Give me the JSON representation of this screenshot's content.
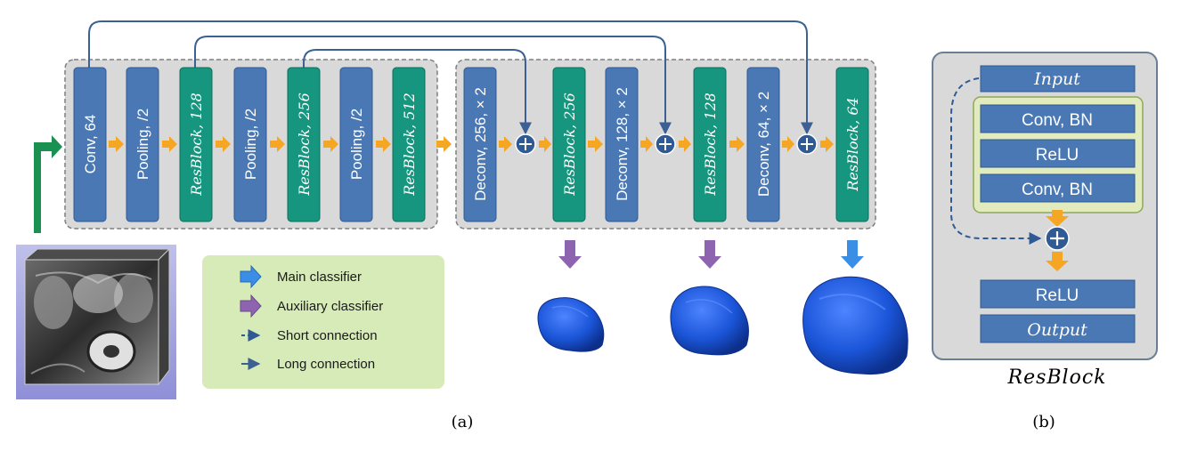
{
  "encoder": {
    "blocks": [
      {
        "label": "Conv, 64",
        "kind": "conv"
      },
      {
        "label": "Pooling, /2",
        "kind": "conv"
      },
      {
        "label": "ResBlock, 128",
        "kind": "res"
      },
      {
        "label": "Pooling, /2",
        "kind": "conv"
      },
      {
        "label": "ResBlock, 256",
        "kind": "res"
      },
      {
        "label": "Pooling, /2",
        "kind": "conv"
      },
      {
        "label": "ResBlock, 512",
        "kind": "res"
      }
    ]
  },
  "decoder": {
    "blocks": [
      {
        "label": "Deconv, 256, × 2",
        "kind": "conv"
      },
      {
        "label": "ResBlock, 256",
        "kind": "res"
      },
      {
        "label": "Deconv, 128, × 2",
        "kind": "conv"
      },
      {
        "label": "ResBlock, 128",
        "kind": "res"
      },
      {
        "label": "Deconv, 64, × 2",
        "kind": "conv"
      },
      {
        "label": "ResBlock, 64",
        "kind": "res"
      }
    ]
  },
  "legend": {
    "items": [
      {
        "label": "Main classifier",
        "icon": "blue-arrow-icon"
      },
      {
        "label": "Auxiliary classifier",
        "icon": "purple-arrow-icon"
      },
      {
        "label": "Short connection",
        "icon": "dashed-arrow-icon"
      },
      {
        "label": "Long connection",
        "icon": "solid-arrow-icon"
      }
    ]
  },
  "resblock": {
    "input": "Input",
    "layers": [
      "Conv, BN",
      "ReLU",
      "Conv, BN"
    ],
    "relu": "ReLU",
    "output": "Output",
    "title": "ResBlock"
  },
  "captions": {
    "a": "(a)",
    "b": "(b)"
  },
  "colors": {
    "conv_block": "#4a78b5",
    "res_block": "#16967f",
    "arrow": "#f5a623",
    "panel": "#d9d9d9",
    "legend_bg": "#d6ebb8",
    "main_classifier": "#3b8ee6",
    "aux_classifier": "#8e64b0",
    "skip_line": "#3c5f94",
    "input_arrow": "#1a9150",
    "mesh": "#1b55d8"
  }
}
